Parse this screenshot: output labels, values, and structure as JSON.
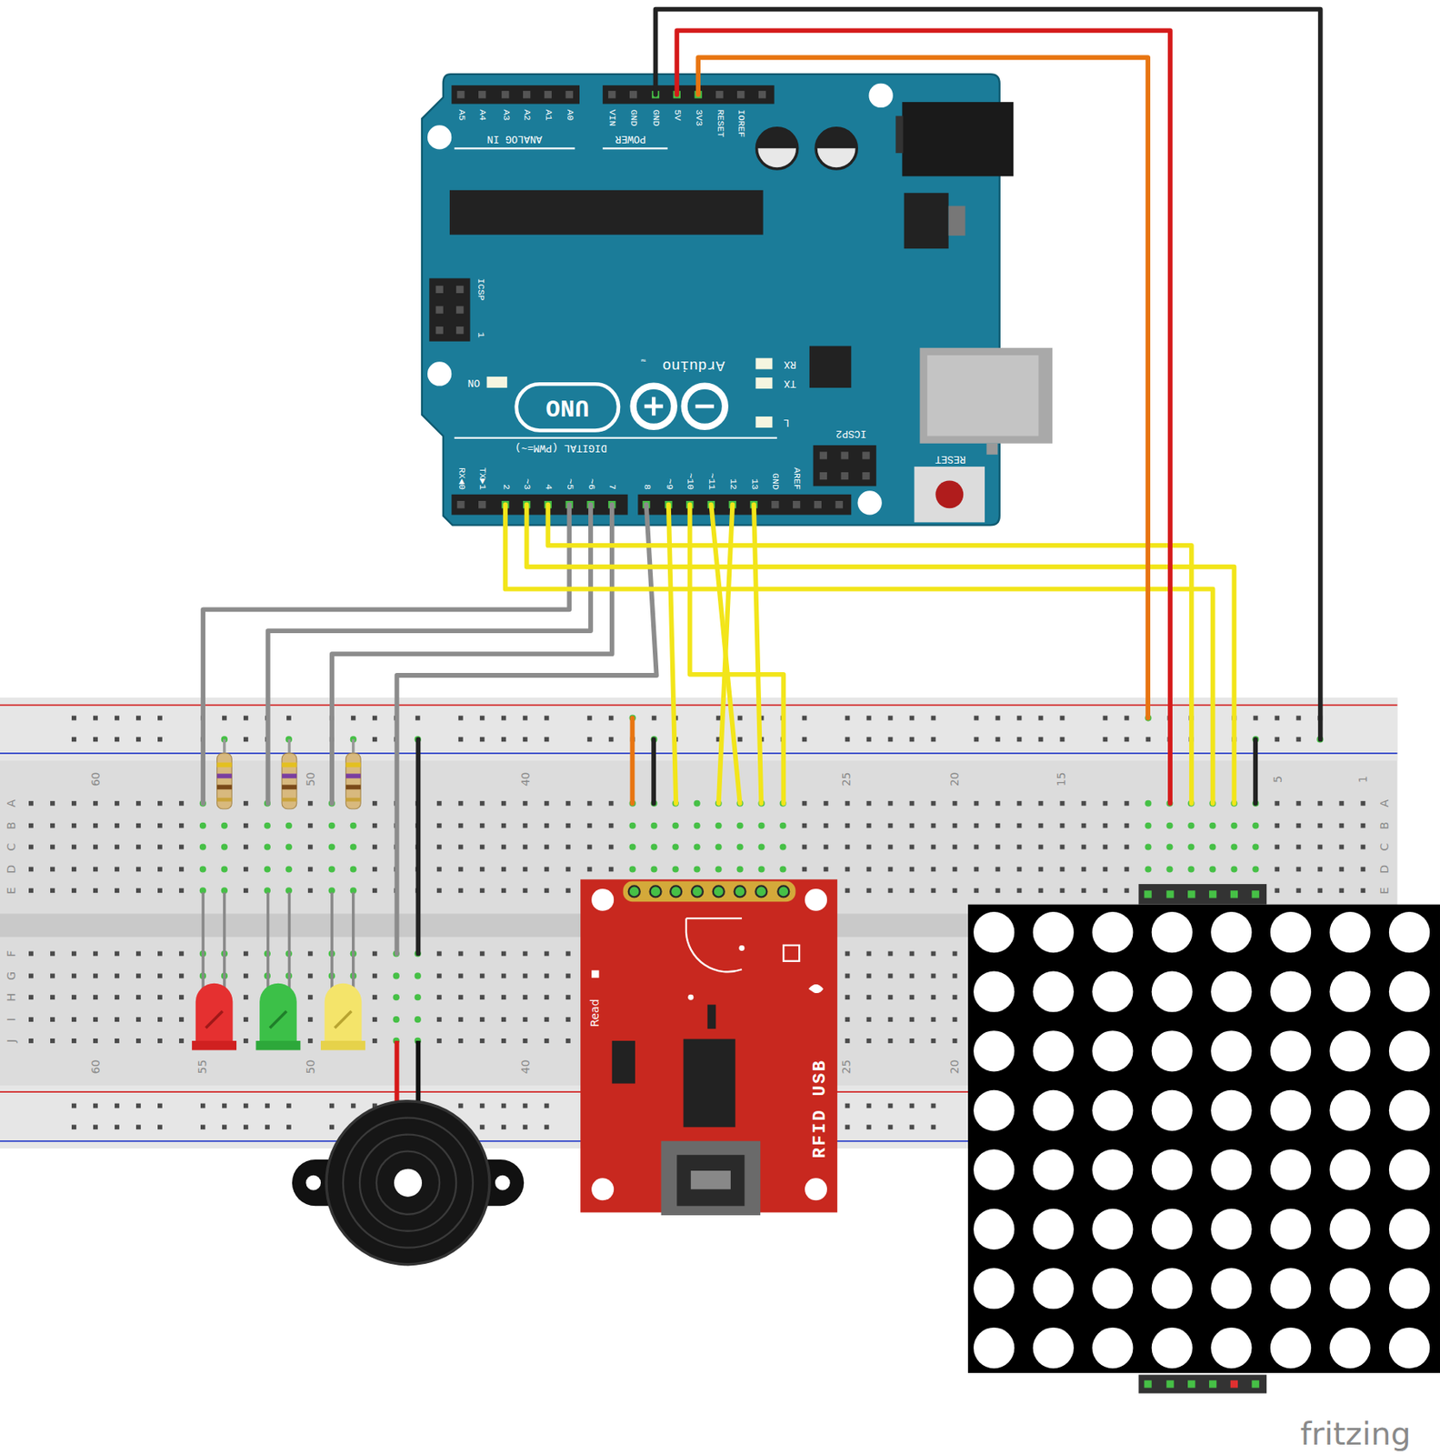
{
  "diagram": {
    "labels": [
      "A5",
      "A4",
      "A3",
      "A2",
      "A1",
      "A0",
      "ANALOG IN",
      "VIN",
      "GND",
      "GND",
      "5V",
      "3V3",
      "RESET",
      "IOREF",
      "POWER",
      "ICSP",
      "1",
      "ON",
      "RX",
      "TX",
      "L",
      "Arduino",
      "™",
      "UNO",
      "ICSP2",
      "RESET",
      "DIGITAL (PWM=~)",
      "RX◀0",
      "TX▶1",
      "2",
      "~3",
      "4",
      "~5",
      "~6",
      "7",
      "8",
      "~9",
      "~10",
      "~11",
      "12",
      "13",
      "GND",
      "AREF",
      "60",
      "50",
      "40",
      "25",
      "20",
      "15",
      "5",
      "1",
      "A",
      "B",
      "C",
      "D",
      "E",
      "F",
      "G",
      "H",
      "I",
      "J",
      "A",
      "B",
      "C",
      "D",
      "E",
      "60",
      "55",
      "50",
      "40",
      "25",
      "20",
      "Read",
      "RFID USB",
      "fritzing"
    ]
  }
}
